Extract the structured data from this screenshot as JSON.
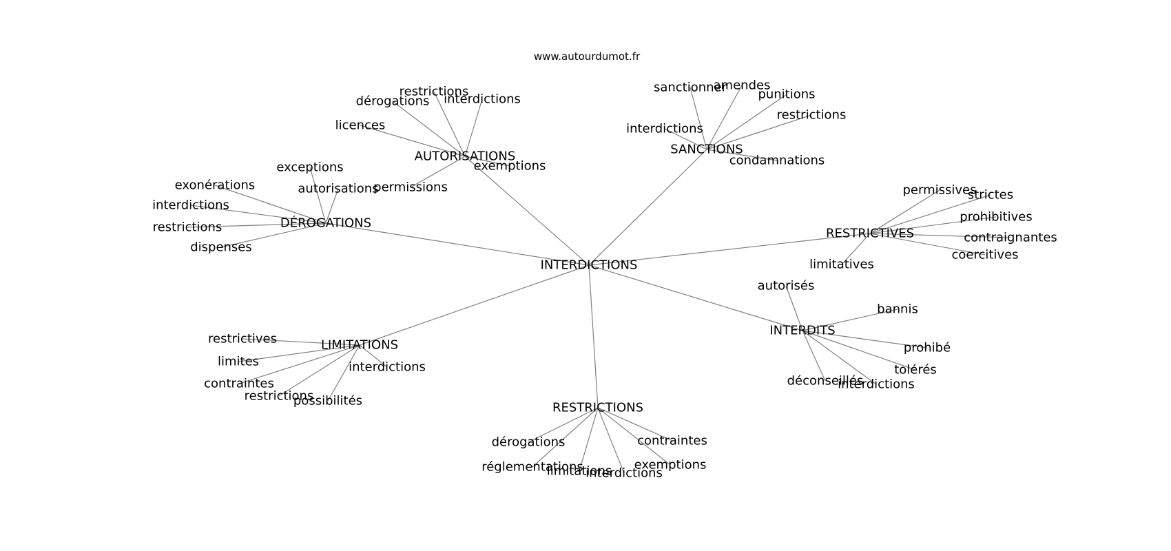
{
  "source": "www.autourdumot.fr",
  "center": "INTERDICTIONS",
  "groups": [
    {
      "id": "autorisations",
      "label": "AUTORISATIONS",
      "leaves": [
        "restrictions",
        "dérogations",
        "interdictions",
        "licences",
        "exemptions",
        "permissions"
      ]
    },
    {
      "id": "sanctions",
      "label": "SANCTIONS",
      "leaves": [
        "sanctionner",
        "amendes",
        "punitions",
        "restrictions",
        "interdictions",
        "condamnations"
      ]
    },
    {
      "id": "derogations",
      "label": "DÉROGATIONS",
      "leaves": [
        "exceptions",
        "exonérations",
        "autorisations",
        "interdictions",
        "restrictions",
        "dispenses"
      ]
    },
    {
      "id": "restrictives",
      "label": "RESTRICTIVES",
      "leaves": [
        "permissives",
        "strictes",
        "prohibitives",
        "contraignantes",
        "coercitives",
        "limitatives"
      ]
    },
    {
      "id": "interdits",
      "label": "INTERDITS",
      "leaves": [
        "autorisés",
        "bannis",
        "prohibé",
        "tolérés",
        "déconseillés",
        "interdictions"
      ]
    },
    {
      "id": "limitations",
      "label": "LIMITATIONS",
      "leaves": [
        "restrictives",
        "limites",
        "interdictions",
        "contraintes",
        "restrictions",
        "possibilités"
      ]
    },
    {
      "id": "restrictions",
      "label": "RESTRICTIONS",
      "leaves": [
        "dérogations",
        "contraintes",
        "réglementations",
        "exemptions",
        "limitations",
        "interdictions"
      ]
    }
  ]
}
